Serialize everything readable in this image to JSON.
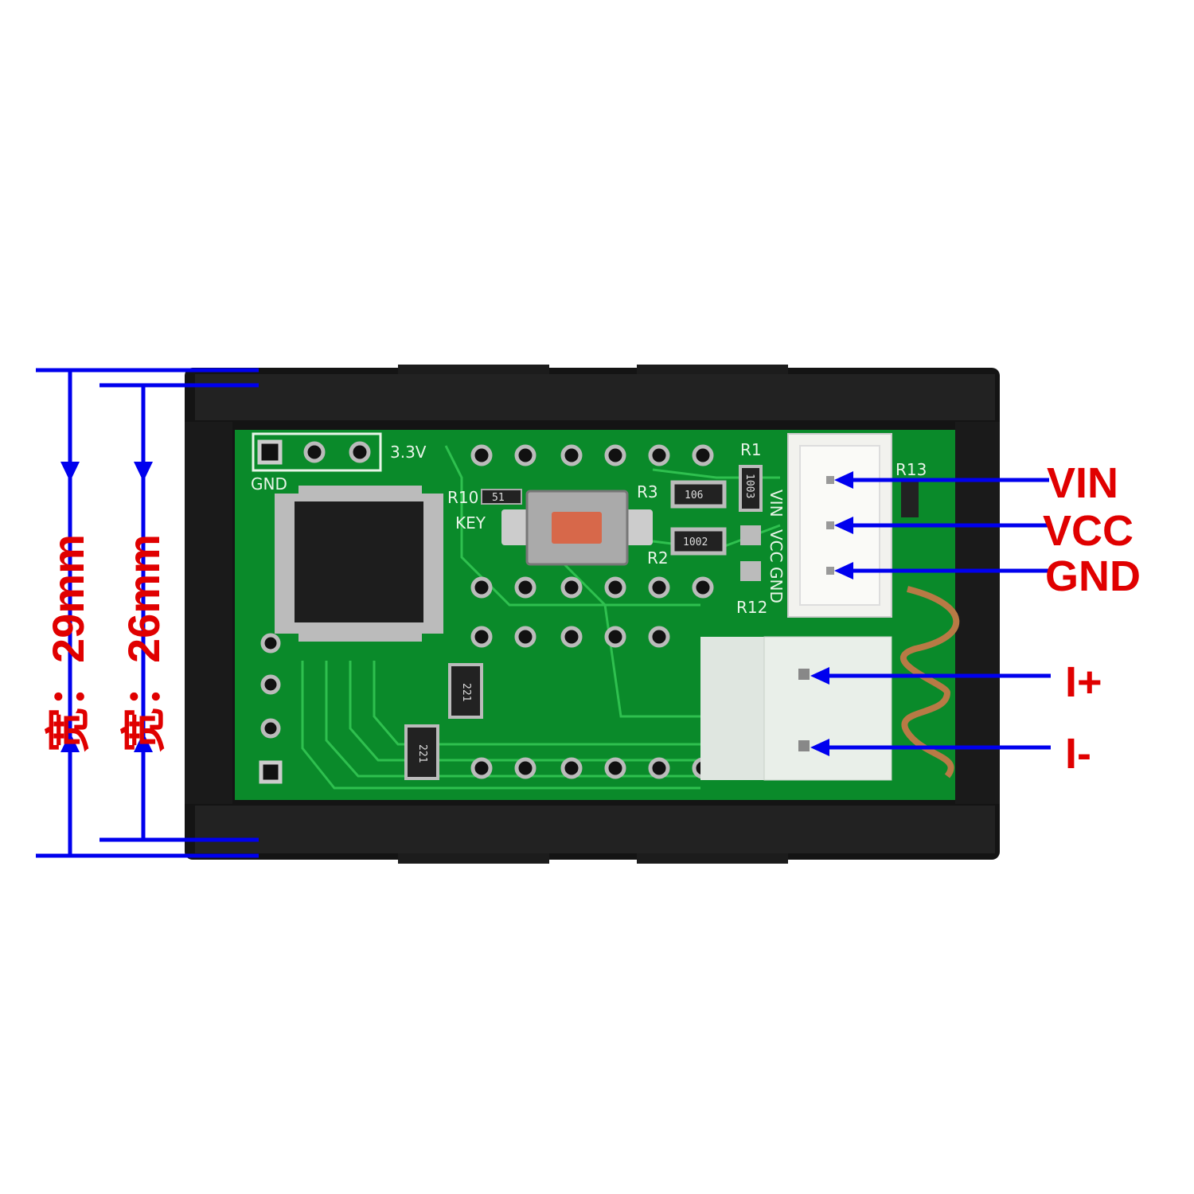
{
  "dimensions": {
    "outer": {
      "label": "宽：29mm",
      "value_mm": 29
    },
    "inner": {
      "label": "宽：26mm",
      "value_mm": 26
    }
  },
  "pins": [
    {
      "label": "VIN"
    },
    {
      "label": "VCC"
    },
    {
      "label": "GND"
    },
    {
      "label": "I+"
    },
    {
      "label": "I-"
    }
  ],
  "silkscreen": {
    "gnd": "GND",
    "v33": "3.3V",
    "r10": "R10",
    "key": "KEY",
    "r3": "R3",
    "r2": "R2",
    "r1": "R1",
    "r12": "R12",
    "r13": "R13",
    "vin": "VIN",
    "vcc": "VCC",
    "gnd2": "GND",
    "res_51": "51",
    "res_106": "106",
    "res_1002": "1002",
    "res_1003": "1003",
    "net_221a": "221",
    "net_221b": "221"
  },
  "colors": {
    "annotation_line": "#0000ee",
    "annotation_text": "#e00000",
    "pcb": "#0a8a2a"
  }
}
